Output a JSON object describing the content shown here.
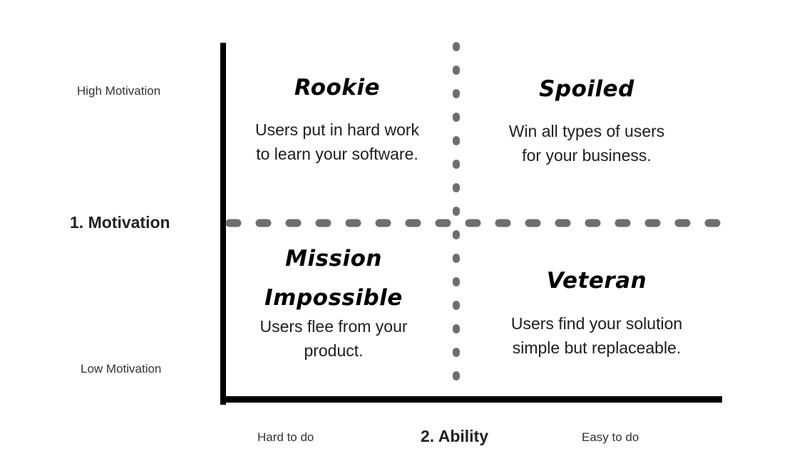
{
  "y_axis": {
    "title": "1. Motivation",
    "high_label": "High Motivation",
    "low_label": "Low Motivation"
  },
  "x_axis": {
    "title": "2. Ability",
    "low_label": "Hard to do",
    "high_label": "Easy to do"
  },
  "quadrants": {
    "top_left": {
      "title": "Rookie",
      "desc_line1": "Users put in hard work",
      "desc_line2": "to learn your software."
    },
    "top_right": {
      "title": "Spoiled",
      "desc_line1": "Win all types of users",
      "desc_line2": "for your business."
    },
    "bottom_left": {
      "title_line1": "Mission",
      "title_line2": "Impossible",
      "desc_line1": "Users flee from your",
      "desc_line2": "product."
    },
    "bottom_right": {
      "title": "Veteran",
      "desc_line1": "Users find your solution",
      "desc_line2": "simple but replaceable."
    }
  },
  "colors": {
    "axis": "#000000",
    "divider": "#6e6e6e"
  }
}
